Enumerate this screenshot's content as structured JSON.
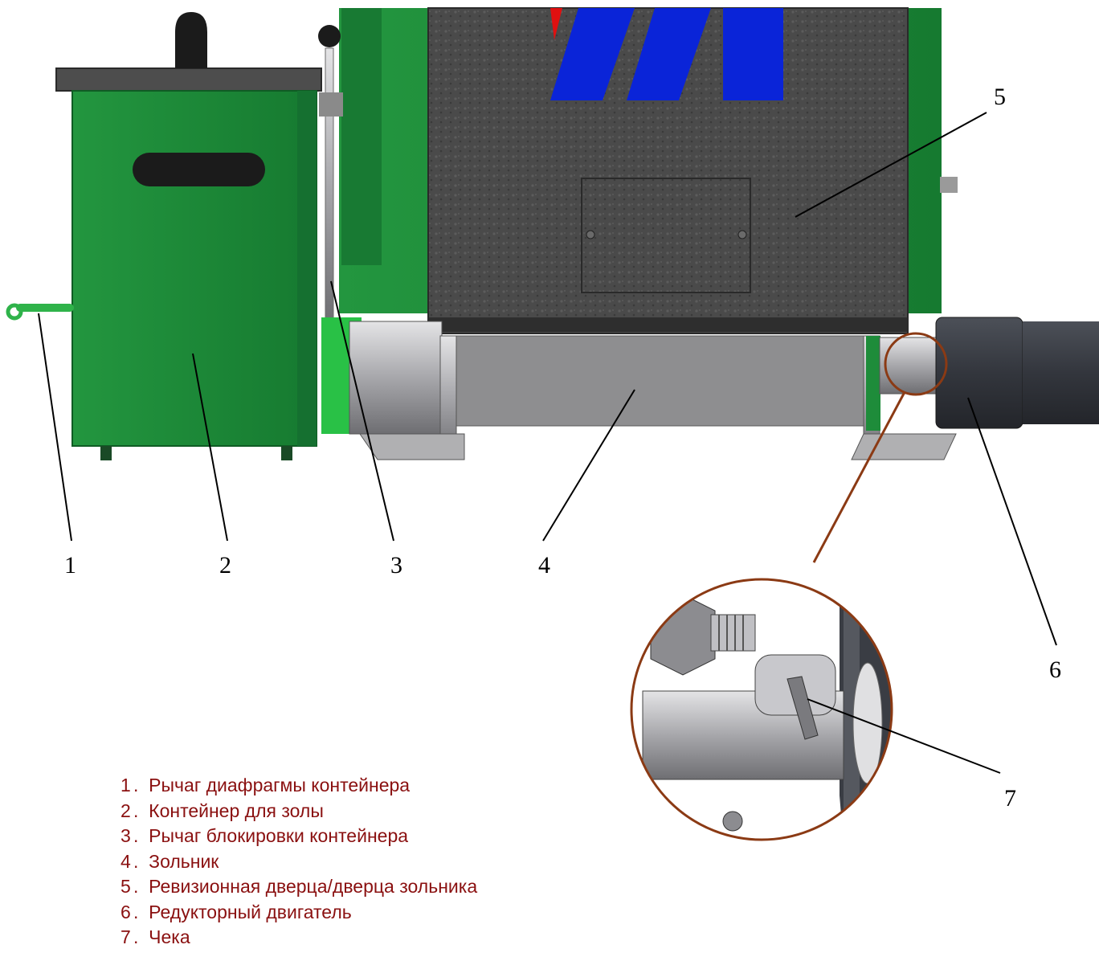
{
  "callouts": [
    {
      "number": "1",
      "text": "Рычаг диафрагмы контейнера"
    },
    {
      "number": "2",
      "text": "Контейнер для золы"
    },
    {
      "number": "3",
      "text": "Рычаг блокировки контейнера"
    },
    {
      "number": "4",
      "text": "Зольник"
    },
    {
      "number": "5",
      "text": "Ревизионная дверца/дверца зольника"
    },
    {
      "number": "6",
      "text": "Редукторный двигатель"
    },
    {
      "number": "7",
      "text": "Чека"
    }
  ],
  "colors": {
    "housing_green": "#1e8c3a",
    "panel_grey": "#4a4a4a",
    "steel": "#a9a9ad",
    "motor_dark": "#3a3d44",
    "stripe_blue": "#0a24d8",
    "stripe_red": "#e01010",
    "zoom_circle": "#8b3a14",
    "legend_text": "#8a1010"
  }
}
